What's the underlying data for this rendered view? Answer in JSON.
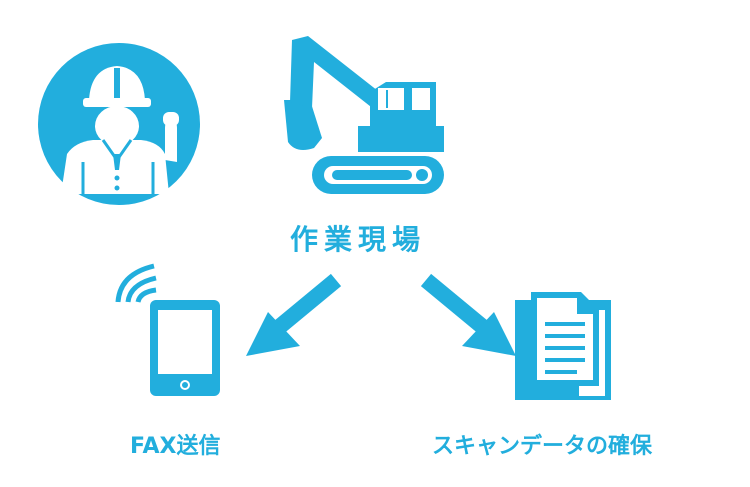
{
  "colors": {
    "accent": "#22aedd",
    "text": "#22aedd",
    "white": "#ffffff"
  },
  "icons": {
    "worker": "construction-worker-icon",
    "excavator": "excavator-icon",
    "tablet": "tablet-icon",
    "wireless": "wireless-signal-icon",
    "document": "document-icon",
    "arrow_left": "arrow-down-left-icon",
    "arrow_right": "arrow-down-right-icon"
  },
  "labels": {
    "site": "作業現場",
    "fax": "FAX送信",
    "scan": "スキャンデータの確保"
  }
}
